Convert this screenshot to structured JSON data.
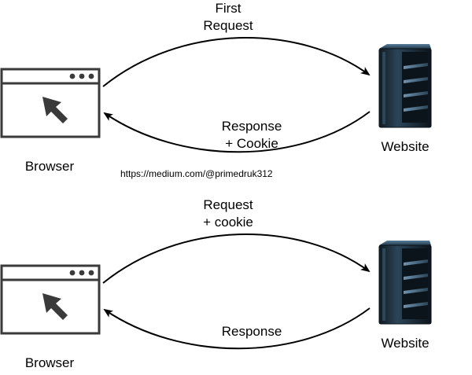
{
  "watermark": "https://medium.com/@primedruk312",
  "scenarios": [
    {
      "client_label": "Browser",
      "server_label": "Website",
      "request_label_line1": "First",
      "request_label_line2": "Request",
      "response_label_line1": "Response",
      "response_label_line2": "+ Cookie"
    },
    {
      "client_label": "Browser",
      "server_label": "Website",
      "request_label_line1": "Request",
      "request_label_line2": "+ cookie",
      "response_label_line1": "Response",
      "response_label_line2": ""
    }
  ],
  "colors": {
    "window_stroke": "#3a3a3a",
    "server_body": "#1e2b36",
    "server_highlight": "#4a7090",
    "arrow": "#000000"
  },
  "icons": [
    "browser-window-icon",
    "cursor-arrow-icon",
    "server-tower-icon"
  ]
}
